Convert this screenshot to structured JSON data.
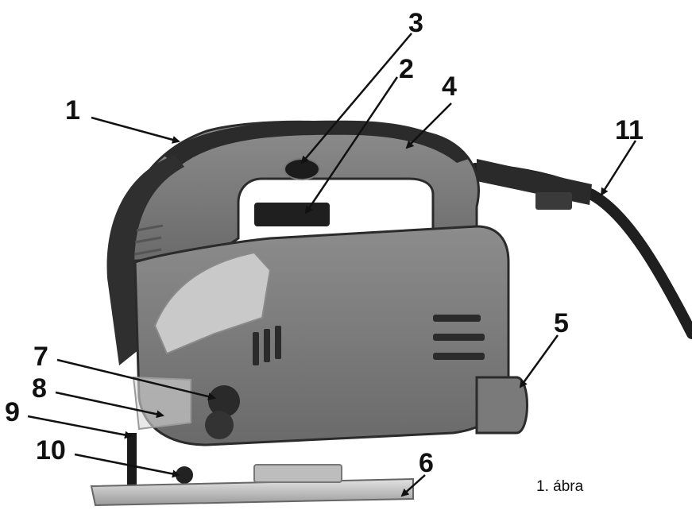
{
  "figure": {
    "caption": "1. ábra",
    "subject": "jigsaw-power-tool",
    "colors": {
      "body_gray": "#7b7b7b",
      "dark_trim": "#2b2b2b",
      "light_gray": "#b9b9b9",
      "cord": "#1f1f1f",
      "label": "#111111"
    },
    "callouts": [
      {
        "id": "1",
        "text": "1"
      },
      {
        "id": "2",
        "text": "2"
      },
      {
        "id": "3",
        "text": "3"
      },
      {
        "id": "4",
        "text": "4"
      },
      {
        "id": "5",
        "text": "5"
      },
      {
        "id": "6",
        "text": "6"
      },
      {
        "id": "7",
        "text": "7"
      },
      {
        "id": "8",
        "text": "8"
      },
      {
        "id": "9",
        "text": "9"
      },
      {
        "id": "10",
        "text": "10"
      },
      {
        "id": "11",
        "text": "11"
      }
    ]
  }
}
